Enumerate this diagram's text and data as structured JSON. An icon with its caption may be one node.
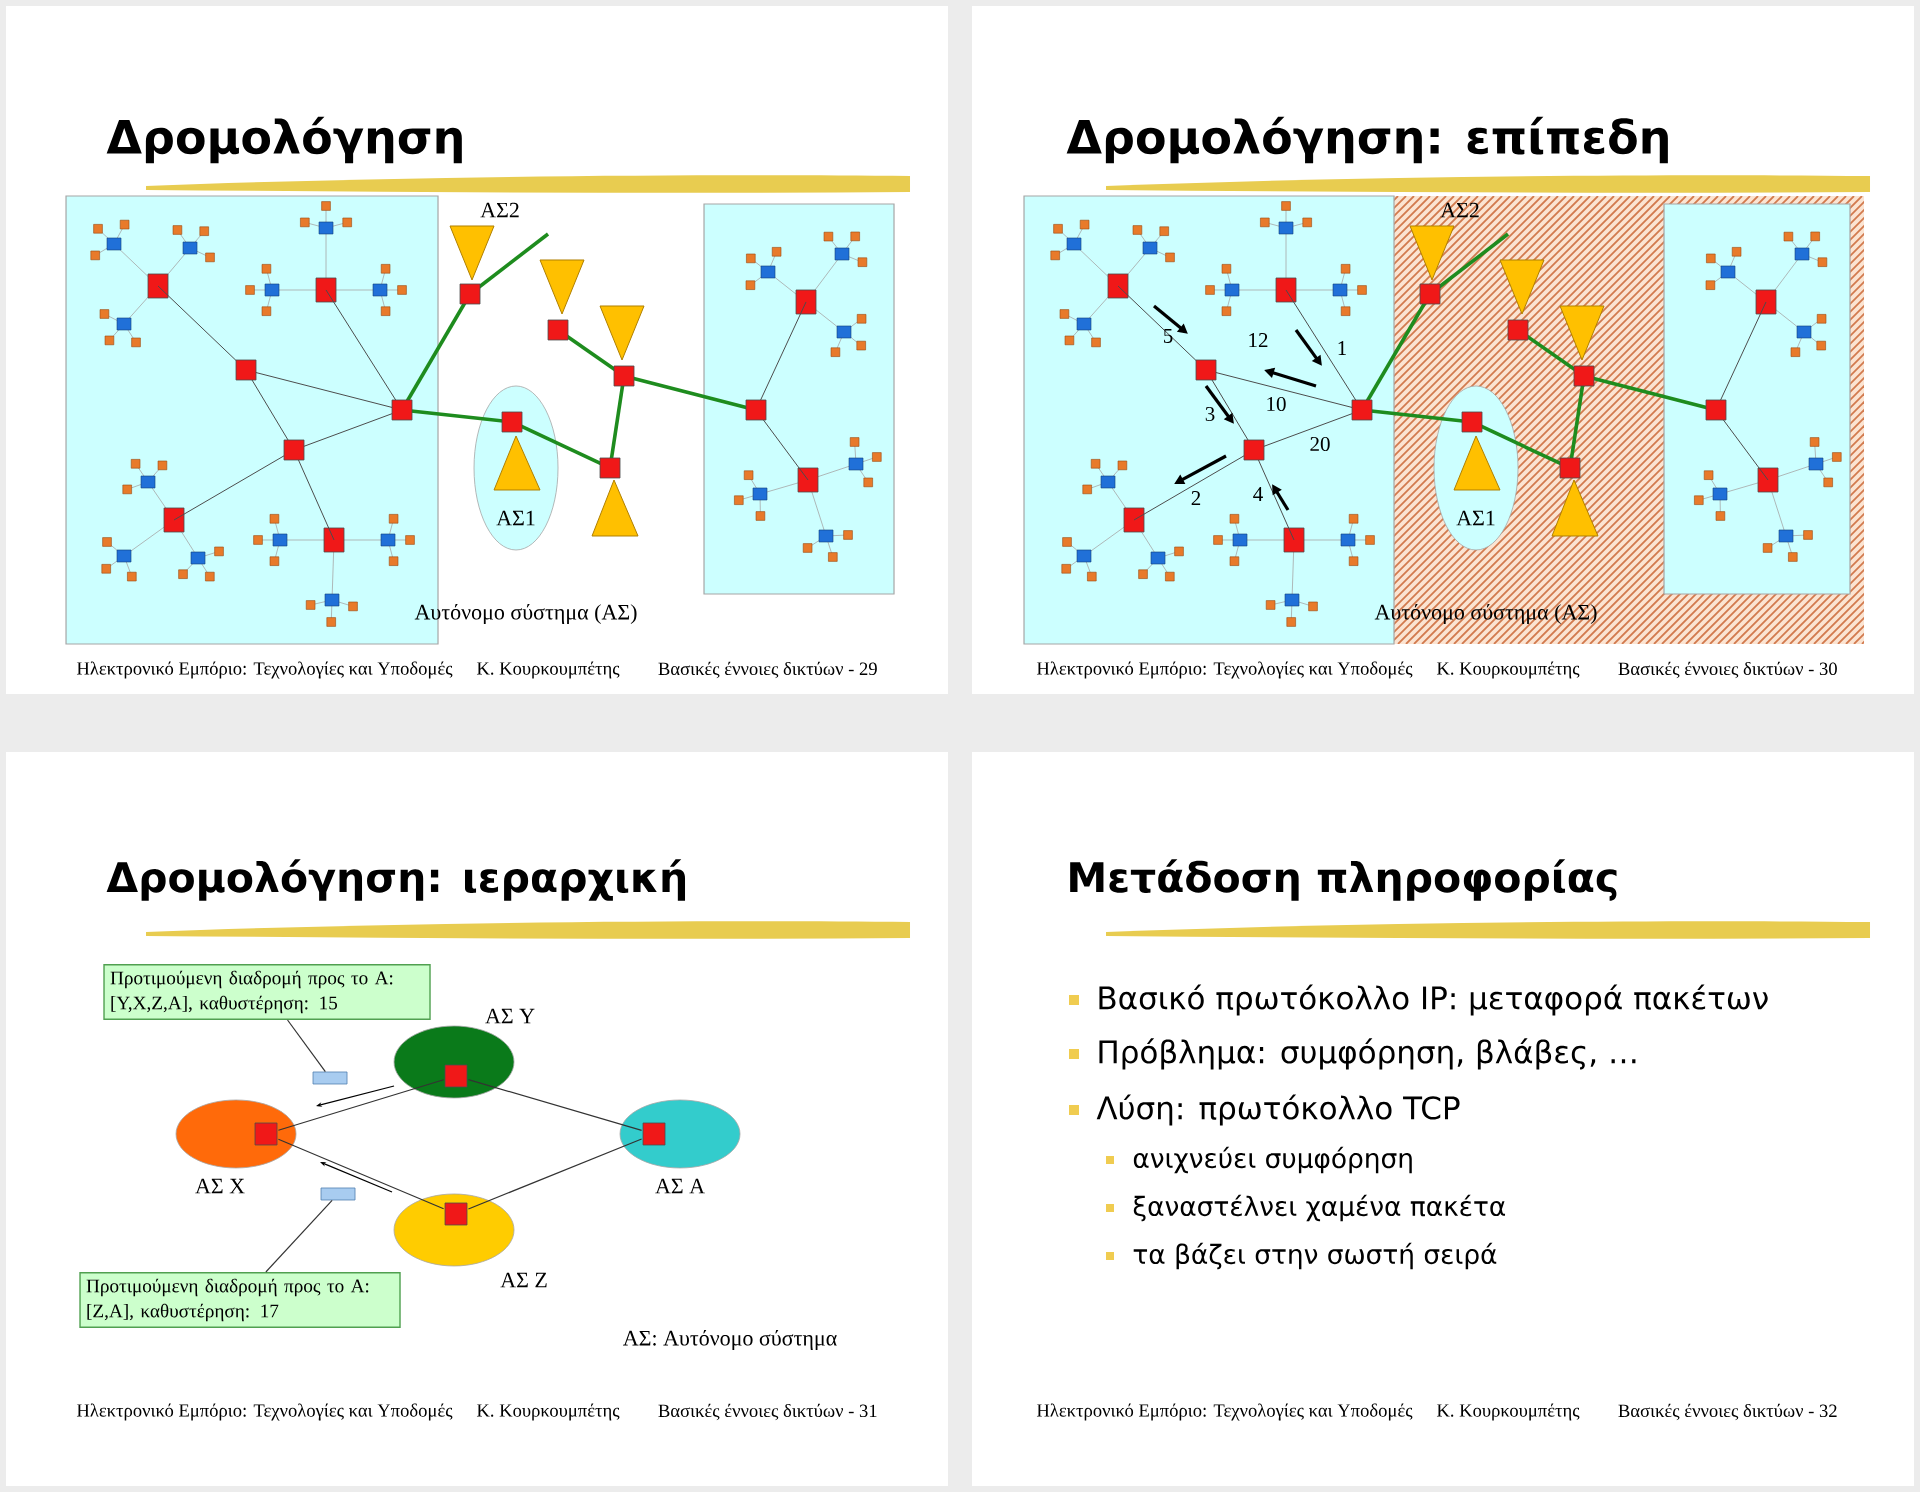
{
  "diagram": {
    "nodes": [
      {
        "text": [
          "ΑΣ1"
        ]
      },
      {
        "text": [
          "ΑΣ1"
        ]
      },
      {
        "text": [
          "Προτιμούμενη διαδρομή προς το Α: [Υ,Χ,Ζ,Α], καθυστέρηση: 15"
        ]
      },
      {
        "text": [],
        "shape": "box"
      },
      {
        "text": [
          "ΑΣ Υ"
        ]
      },
      {
        "text": [
          "ΑΣ Χ"
        ]
      },
      {
        "text": [
          "ΑΣ Α"
        ]
      },
      {
        "text": [],
        "shape": "box"
      },
      {
        "text": [
          "ΑΣ Ζ"
        ]
      },
      {
        "text": [
          "Προτιμούμενη διαδρομή προς το Α: [Ζ,Α], καθυστέρηση: 17"
        ]
      }
    ],
    "edges": [
      {
        "from": 2,
        "to": 3,
        "arrow": "none"
      },
      {
        "from": 4,
        "to": 5,
        "arrow": "none"
      },
      {
        "from": 4,
        "to": 6,
        "arrow": "none"
      },
      {
        "from": 8,
        "to": 5,
        "arrow": "none"
      },
      {
        "from": 8,
        "to": 6,
        "arrow": "none"
      },
      {
        "from": 9,
        "to": 7,
        "arrow": "none"
      }
    ],
    "labels": [
      "Δρομολόγηση",
      "ΑΣ2",
      "Αυτόνομο σύστημα (ΑΣ)",
      "Ηλεκτρονικό Εμπόριο: Τεχνολογίες και Υποδομές",
      "Κ. Κουρκουμπέτης",
      "Βασικές έννοιες δικτύων - 29",
      "Δρομολόγηση: επίπεδη",
      "ΑΣ2",
      "5",
      "12",
      "1",
      "10",
      "3",
      "20",
      "2",
      "4",
      "Αυτόνομο σύστημα (ΑΣ)",
      "Ηλεκτρονικό Εμπόριο: Τεχνολογίες και Υποδομές",
      "Κ. Κουρκουμπέτης",
      "Βασικές έννοιες δικτύων - 30",
      "Δρομολόγηση: ιεραρχική",
      "ΑΣ: Αυτόνομο σύστημα",
      "Ηλεκτρονικό Εμπόριο: Τεχνολογίες και Υποδομές",
      "Κ. Κουρκουμπέτης",
      "Βασικές έννοιες δικτύων - 31",
      "Μετάδοση πληροφορίας",
      "Βασικό πρωτόκολλο IP: μεταφορά πακέτων",
      "Πρόβλημα: συμφόρηση, βλάβες, …",
      "Λύση: πρωτόκολλο TCP",
      "ανιχνεύει συμφόρηση",
      "ξαναστέλνει χαμένα πακέτα",
      "τα βάζει στην σωστή σειρά",
      "Ηλεκτρονικό Εμπόριο: Τεχνολογίες και Υποδομές",
      "Κ. Κουρκουμπέτης",
      "Βασικές έννοιες δικτύων - 32"
    ]
  }
}
